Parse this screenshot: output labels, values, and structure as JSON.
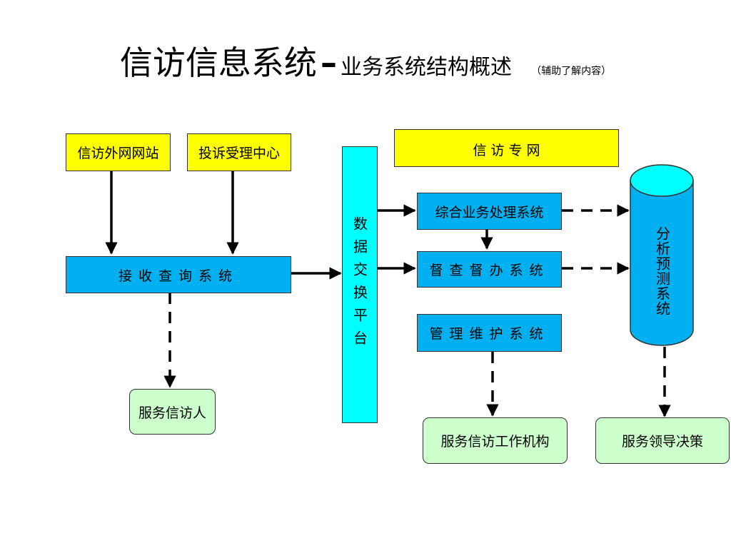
{
  "title": {
    "main": "信访信息系统",
    "dash": "–",
    "sub": "业务系统结构概述",
    "note": "（辅助了解内容）"
  },
  "nodes": {
    "outer_website": "信访外网网站",
    "complaint_center": "投诉受理中心",
    "receive_query": "接收查询系统",
    "serve_petitioner": "服务信访人",
    "data_exchange": "数据交换平台",
    "petition_network": "信 访 专 网",
    "integrated_business": "综合业务处理系统",
    "supervision": "督查督办系统",
    "management": "管理维护系统",
    "serve_agency": "服务信访工作机构",
    "analysis_forecast": "分析预测系统",
    "serve_leadership": "服务领导决策"
  },
  "colors": {
    "yellow": "#ffff00",
    "blue": "#00b0f0",
    "cyan": "#00ffff",
    "green": "#ccffcc"
  }
}
